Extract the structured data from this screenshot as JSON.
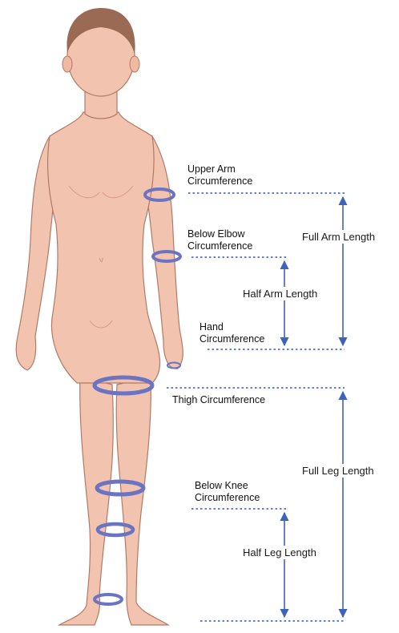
{
  "labels": {
    "upper_arm": [
      "Upper Arm",
      "Circumference"
    ],
    "below_elbow": [
      "Below Elbow",
      "Circumference"
    ],
    "hand": [
      "Hand",
      "Circumference"
    ],
    "thigh": "Thigh Circumference",
    "below_knee": [
      "Below Knee",
      "Circumference"
    ]
  },
  "measurements": {
    "full_arm": "Full Arm Length",
    "half_arm": "Half Arm Length",
    "full_leg": "Full Leg Length",
    "half_leg": "Half Leg Length"
  },
  "colors": {
    "skin": "#f2c3ae",
    "skin_shade": "#e3a98f",
    "outline": "#b07a66",
    "hair": "#9a6a55",
    "band": "#6a74c3",
    "guide": "#4a6fd1",
    "arrow": "#3e63b8"
  }
}
